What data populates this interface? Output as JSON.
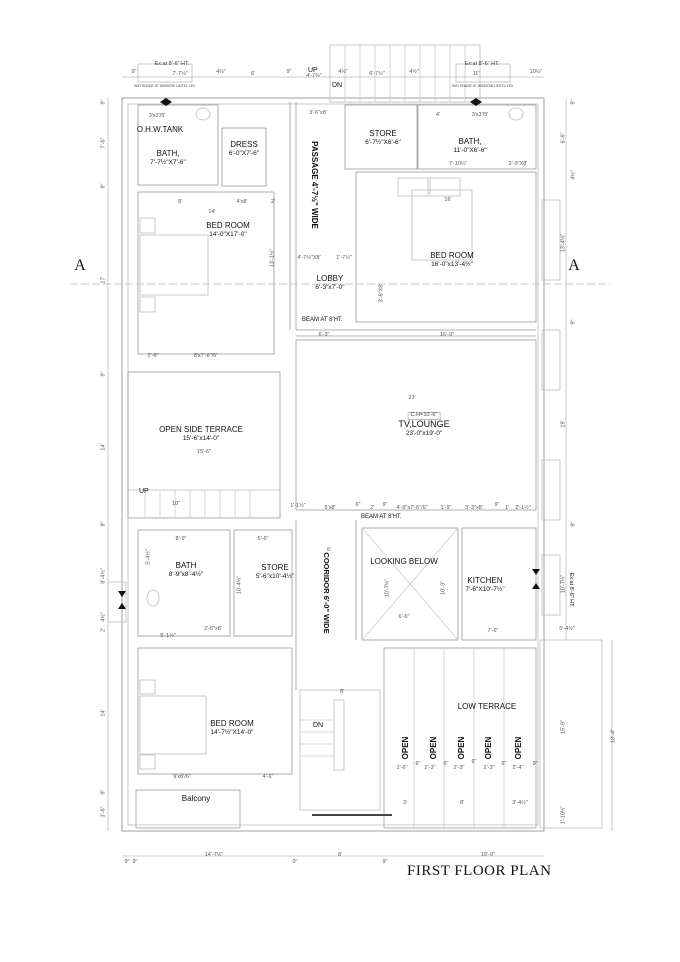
{
  "drawing": {
    "title": "FIRST FLOOR PLAN",
    "section_marker": "A"
  },
  "rooms": {
    "ohw_tank": {
      "name": "O.H.W.TANK"
    },
    "bath_nw": {
      "name": "BATH,",
      "size": "7'-7½\"X7'-6\""
    },
    "dress": {
      "name": "DRESS",
      "size": "6'-0\"X7'-6\""
    },
    "passage": {
      "name": "PASSAGE 4'-7½\" WIDE"
    },
    "store_n": {
      "name": "STORE",
      "size": "6'-7½\"X6'-6\""
    },
    "bath_ne": {
      "name": "BATH,",
      "size": "11'-0\"X6'-6\""
    },
    "bedroom_w": {
      "name": "BED ROOM",
      "size": "14'-0\"X17'-0\""
    },
    "lobby": {
      "name": "LOBBY",
      "size": "6'-3\"x7'-0\""
    },
    "bedroom_e": {
      "name": "BED ROOM",
      "size": "16'-0\"x13'-4½\""
    },
    "open_terrace": {
      "name": "OPEN SIDE TERRACE",
      "size": "15'-6\"x14'-0\""
    },
    "tv_lounge": {
      "name": "TV,LOUNGE",
      "size": "23'-0\"x19'-0\"",
      "ceiling": "C.H=10'-6\""
    },
    "bath_sw": {
      "name": "BATH",
      "size": "8'-9\"x8'-4½\""
    },
    "store_s": {
      "name": "STORE",
      "size": "5'-6\"x10'-4½\""
    },
    "corridor": {
      "name": "COORIDOR 6'-0\" WIDE"
    },
    "looking_below": {
      "name": "LOOKING BELOW"
    },
    "kitchen": {
      "name": "KITCHEN",
      "size": "7'-6\"X10'-7½\""
    },
    "bedroom_s": {
      "name": "BED ROOM",
      "size": "14'-7½\"X14'-0\""
    },
    "balcony": {
      "name": "Balcony"
    },
    "low_terrace": {
      "name": "LOW TERRACE"
    }
  },
  "notes": {
    "exhaust_left": "Ex:at 8'-6\" HT.",
    "exhaust_right": "Ex:at 8'-6\" HT.",
    "exhaust_east": "Ex:at 8'-6\" HT.",
    "beam_north": "BEAM AT 8'HT.",
    "beam_south": "BEAM AT 8'HT.",
    "stair_up_top": "UP",
    "stair_dn_top": "DN",
    "stair_up_terrace": "UP",
    "stair_dn_south": "DN",
    "open_labels": [
      "OPEN",
      "OPEN",
      "OPEN",
      "OPEN",
      "OPEN"
    ]
  },
  "dimensions": {
    "top": [
      "9\"",
      "7'-7½\"",
      "4½\"",
      "6'",
      "9\"",
      "4'-7½\"",
      "4½\"",
      "6'-7½\"",
      "4½\"",
      "11'",
      "10½\""
    ],
    "bottom": [
      "9\"",
      "9\"",
      "14'-7½\"",
      "9\"",
      "8'",
      "9\"",
      "19'-9\""
    ],
    "left": [
      "9\"",
      "7'-6\"",
      "9\"",
      "17'",
      "9\"",
      "14'",
      "9\"",
      "8'-4½\"",
      "4½\"",
      "2'",
      "14'",
      "9\"",
      "3'-6\""
    ],
    "right": [
      "9\"",
      "6'-6\"",
      "4½\"",
      "13'-4½\"",
      "9\"",
      "19'",
      "9\"",
      "10'-7½\"",
      "5'-4½\"",
      "15'-9\"",
      "18'-4\"",
      "1'-10½\""
    ],
    "interior": {
      "ohw": "3'x3'/5'",
      "bath_ne_wc": "3'x3'/5'",
      "bath_ne_4": "4'",
      "door_passage": "3'-6\"x8'",
      "bath_ne_710": "7'-10½\"",
      "bath_ne_door": "2'-9\"X8'",
      "bed_w_8": "8'",
      "bed_w_door": "4'x8'",
      "bed_w_2": "2'",
      "bed_w_14": "14'",
      "bed_w_131": "13'-1½\"",
      "bed_e_16": "16'",
      "lobby_door": "4'-7½\"X8'",
      "lobby_17": "1'-7½\"",
      "lobby_door2": "3'-6\"X8'",
      "lobby_63": "6'-3\"",
      "bed_e_169": "16'-9\"",
      "terrace_26": "2'-6\"",
      "terrace_win": "8'x7'-6\"/6\"",
      "terrace_156": "15'-6\"",
      "terrace_10": "10\"",
      "lounge_23": "23'",
      "beam_row": [
        "1'-1½\"",
        "5'x8'",
        "6\"",
        "2'",
        "9\"",
        "4'-9\"x7'-6\"/6\"",
        "1'-9\"",
        "3'-3\"x8'",
        "9\"",
        "1'",
        "2'-1½\""
      ],
      "bath_sw_89": "8'-9\"",
      "bath_sw_54": "5'-4½\"",
      "bath_sw_51": "5'-1½\"",
      "bath_sw_door": "2'-6\"x8'",
      "store_s_56": "5'-6\"",
      "store_s_104": "10'-4½\"",
      "corridor_6": "6'",
      "lb_107": "10'-7½\"",
      "lb_103": "10'-3\"",
      "lb_66": "6'-6\"",
      "kitchen_76": "7'-6\"",
      "stair_8": "8'",
      "low_row": [
        "2'-6\"",
        "6\"",
        "2'-3\"",
        "6\"",
        "2'-3\"",
        "6\"",
        "2'-3\"",
        "6\"",
        "2'-4\"",
        "9\""
      ],
      "low_bottom": [
        "3'",
        "8'",
        "3'-4½\""
      ],
      "bed_s_win": "9'x8'/6\"",
      "bed_s_46": "4'-6\"",
      "window_note": "W/D SHADE AT WINDOW LINTEL LEV."
    }
  }
}
